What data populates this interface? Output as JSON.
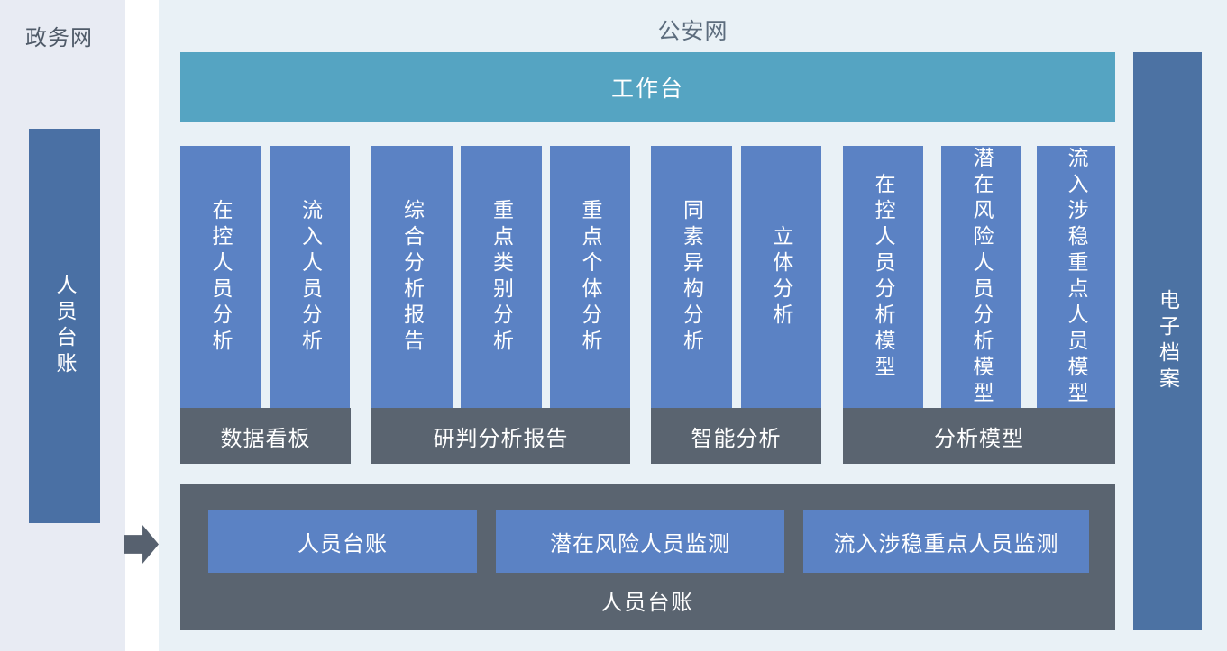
{
  "left_panel": {
    "title": "政务网",
    "bar_label": "人员台账"
  },
  "main_panel": {
    "title": "公安网",
    "workbench_label": "工作台",
    "archive_bar_label": "电子档案",
    "groups": [
      {
        "label": "数据看板",
        "columns": [
          "在控人员分析",
          "流入人员分析"
        ]
      },
      {
        "label": "研判分析报告",
        "columns": [
          "综合分析报告",
          "重点类别分析",
          "重点个体分析"
        ]
      },
      {
        "label": "智能分析",
        "columns": [
          "同素异构分析",
          "立体分析"
        ]
      },
      {
        "label": "分析模型",
        "columns": [
          "在控人员分析模型",
          "潜在风险人员分析模型",
          "流入涉稳重点人员模型"
        ]
      }
    ],
    "bottom_box": {
      "caption": "人员台账",
      "buttons": [
        "人员台账",
        "潜在风险人员监测",
        "流入涉稳重点人员监测"
      ]
    }
  },
  "colors": {
    "left_panel_bg": "#E8EBF3",
    "main_panel_bg": "#E9F1F6",
    "left_bar": "#4A70A4",
    "archive_bar": "#4C72A3",
    "workbench": "#55A4C2",
    "column_bar": "#5B82C4",
    "group_box": "#5A6470",
    "bottom_box": "#5A6470",
    "button": "#5B82C4",
    "arrow": "#57616F"
  }
}
